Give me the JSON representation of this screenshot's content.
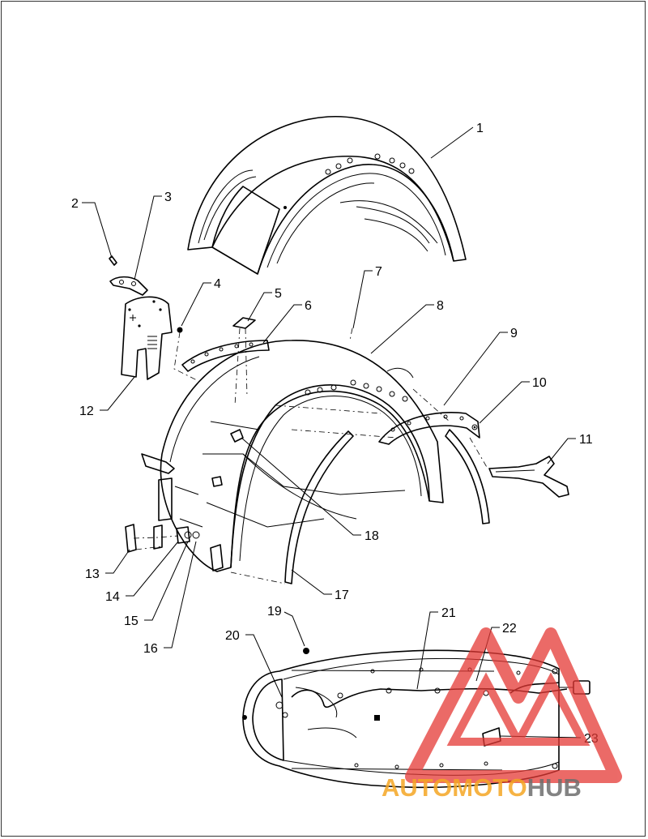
{
  "diagram": {
    "callouts": [
      "1",
      "2",
      "3",
      "4",
      "5",
      "6",
      "7",
      "8",
      "9",
      "10",
      "11",
      "12",
      "13",
      "14",
      "15",
      "16",
      "17",
      "18",
      "19",
      "20",
      "21",
      "22",
      "23"
    ]
  },
  "watermark": {
    "text_orange": "AUTOMOTO",
    "text_gray": "HUB",
    "colors": {
      "orange": "#f5a623",
      "red": "#e53935",
      "gray": "#6d6d6d"
    }
  }
}
